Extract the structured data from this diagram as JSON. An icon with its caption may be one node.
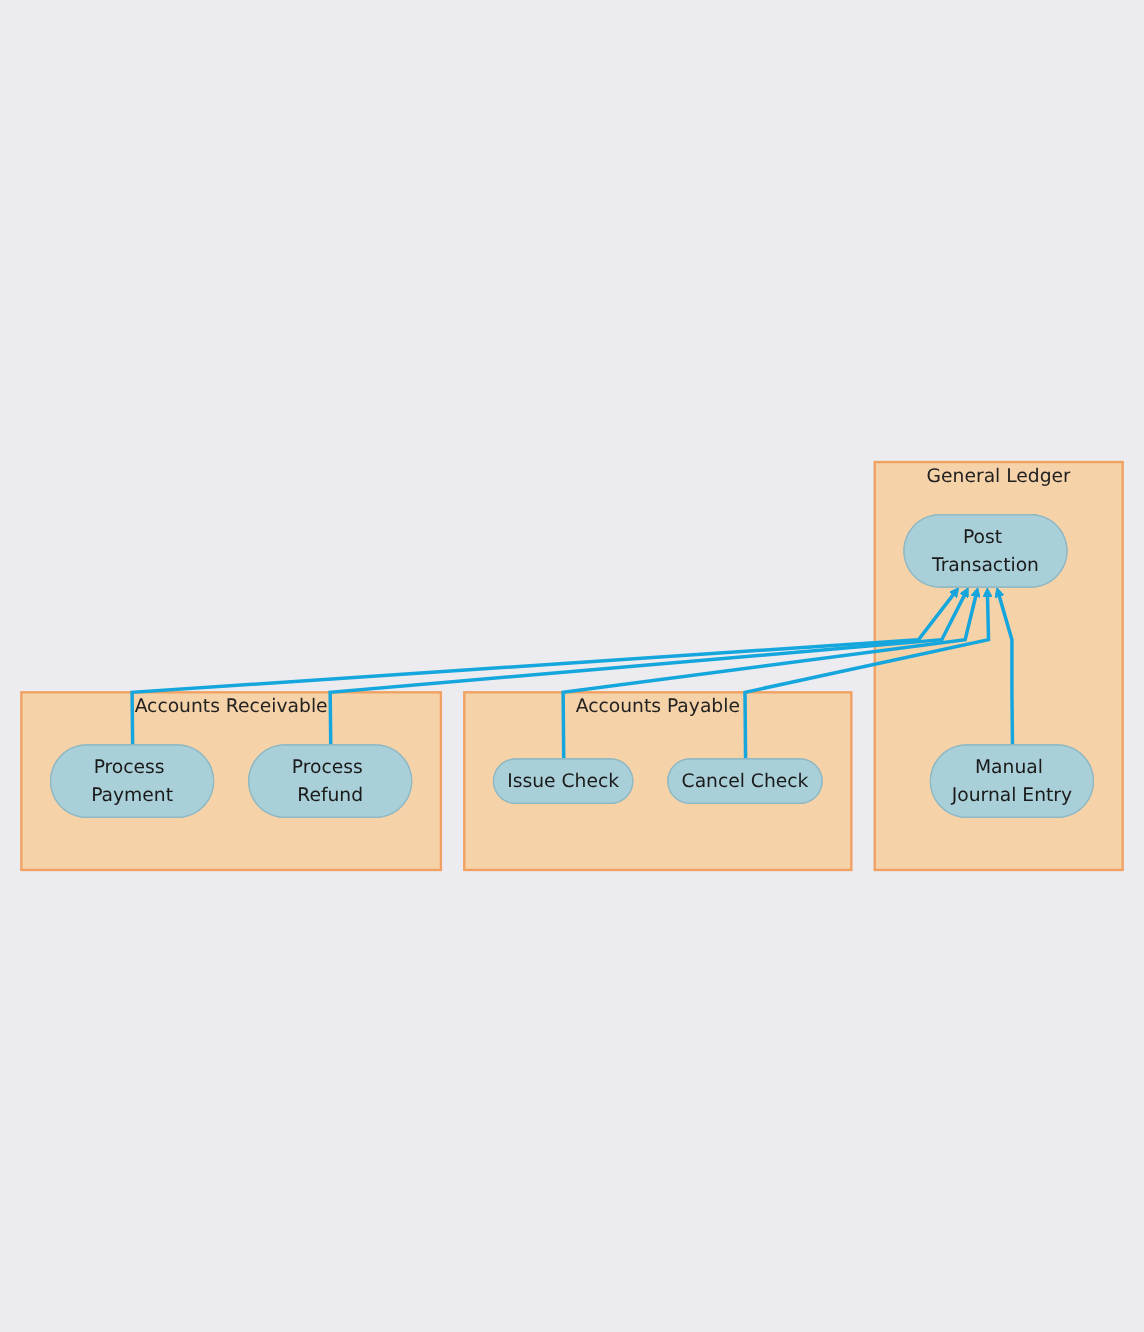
{
  "diagram": {
    "nodes": [
      {
        "text": [
          "General Ledger"
        ]
      },
      {
        "text": [
          "Post Transaction"
        ],
        "in": 0
      },
      {
        "text": [
          "Manual Journal Entry"
        ],
        "in": 0
      },
      {
        "text": [
          "Accounts Receivable"
        ]
      },
      {
        "text": [
          "Process Payment"
        ],
        "in": 3
      },
      {
        "text": [
          "Process Refund"
        ],
        "in": 3
      },
      {
        "text": [
          "Accounts Payable"
        ]
      },
      {
        "text": [
          "Issue Check"
        ],
        "in": 6
      },
      {
        "text": [
          "Cancel Check"
        ],
        "in": 6
      }
    ],
    "edges": [
      {
        "from": 4,
        "to": 1,
        "arrow": "to"
      },
      {
        "from": 5,
        "to": 1,
        "arrow": "to"
      },
      {
        "from": 7,
        "to": 1,
        "arrow": "to"
      },
      {
        "from": 8,
        "to": 1,
        "arrow": "to"
      },
      {
        "from": 2,
        "to": 1,
        "arrow": "to"
      }
    ]
  }
}
